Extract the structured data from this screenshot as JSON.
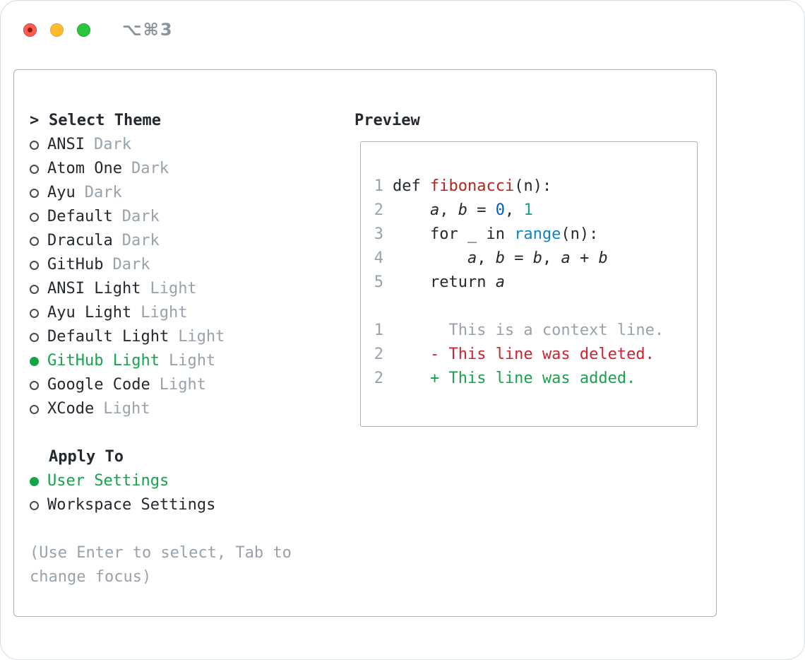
{
  "window": {
    "shortcut_label": "⌥⌘3"
  },
  "theme_panel": {
    "title_prefix": ">",
    "title": "Select Theme",
    "items": [
      {
        "name": "ANSI",
        "variant": "Dark",
        "selected": false
      },
      {
        "name": "Atom One",
        "variant": "Dark",
        "selected": false
      },
      {
        "name": "Ayu",
        "variant": "Dark",
        "selected": false
      },
      {
        "name": "Default",
        "variant": "Dark",
        "selected": false
      },
      {
        "name": "Dracula",
        "variant": "Dark",
        "selected": false
      },
      {
        "name": "GitHub",
        "variant": "Dark",
        "selected": false
      },
      {
        "name": "ANSI Light",
        "variant": "Light",
        "selected": false
      },
      {
        "name": "Ayu Light",
        "variant": "Light",
        "selected": false
      },
      {
        "name": "Default Light",
        "variant": "Light",
        "selected": false
      },
      {
        "name": "GitHub Light",
        "variant": "Light",
        "selected": true
      },
      {
        "name": "Google Code",
        "variant": "Light",
        "selected": false
      },
      {
        "name": "XCode",
        "variant": "Light",
        "selected": false
      }
    ],
    "apply_to": {
      "title": "Apply To",
      "options": [
        {
          "label": "User Settings",
          "selected": true
        },
        {
          "label": "Workspace Settings",
          "selected": false
        }
      ]
    },
    "hint": "(Use Enter to select, Tab to change focus)"
  },
  "preview": {
    "title": "Preview",
    "lines": [
      {
        "num": "1",
        "tokens": [
          {
            "text": "def ",
            "color": "fg"
          },
          {
            "text": "fibonacci",
            "color": "fn"
          },
          {
            "text": "(n):",
            "color": "fg"
          }
        ]
      },
      {
        "num": "2",
        "tokens": [
          {
            "text": "    ",
            "color": "fg"
          },
          {
            "text": "a",
            "color": "var"
          },
          {
            "text": ", ",
            "color": "fg"
          },
          {
            "text": "b",
            "color": "var"
          },
          {
            "text": " = ",
            "color": "fg"
          },
          {
            "text": "0",
            "color": "num0"
          },
          {
            "text": ", ",
            "color": "fg"
          },
          {
            "text": "1",
            "color": "num1"
          }
        ]
      },
      {
        "num": "3",
        "tokens": [
          {
            "text": "    for _ in ",
            "color": "fg"
          },
          {
            "text": "range",
            "color": "builtin"
          },
          {
            "text": "(n):",
            "color": "fg"
          }
        ]
      },
      {
        "num": "4",
        "tokens": [
          {
            "text": "        ",
            "color": "fg"
          },
          {
            "text": "a",
            "color": "var"
          },
          {
            "text": ", ",
            "color": "fg"
          },
          {
            "text": "b",
            "color": "var"
          },
          {
            "text": " = ",
            "color": "fg"
          },
          {
            "text": "b",
            "color": "var"
          },
          {
            "text": ", ",
            "color": "fg"
          },
          {
            "text": "a",
            "color": "var"
          },
          {
            "text": " + ",
            "color": "fg"
          },
          {
            "text": "b",
            "color": "var"
          }
        ]
      },
      {
        "num": "5",
        "tokens": [
          {
            "text": "    return ",
            "color": "fg"
          },
          {
            "text": "a",
            "color": "var"
          }
        ]
      },
      {
        "num": "",
        "tokens": []
      },
      {
        "num": "1",
        "tokens": [
          {
            "text": "      This is a context line.",
            "color": "ctx"
          }
        ]
      },
      {
        "num": "2",
        "tokens": [
          {
            "text": "    - This line was deleted.",
            "color": "del"
          }
        ]
      },
      {
        "num": "2",
        "tokens": [
          {
            "text": "    + This line was added.",
            "color": "add"
          }
        ]
      }
    ]
  },
  "colors": {
    "accent_green": "#17a34a",
    "deleted_red": "#cf222e",
    "function_red": "#b3261e",
    "builtin_blue": "#0b87c0",
    "number_blue": "#005cc5",
    "number_teal": "#1a9c8c",
    "muted_gray": "#98a2ac",
    "foreground": "#24292f",
    "border_gray": "#a9b1ba",
    "traffic_red": "#ff5d52",
    "traffic_yellow": "#febb2e",
    "traffic_green": "#28c73f"
  },
  "icons": {
    "radio_selected": "filled-circle",
    "radio_unselected": "outline-circle"
  }
}
